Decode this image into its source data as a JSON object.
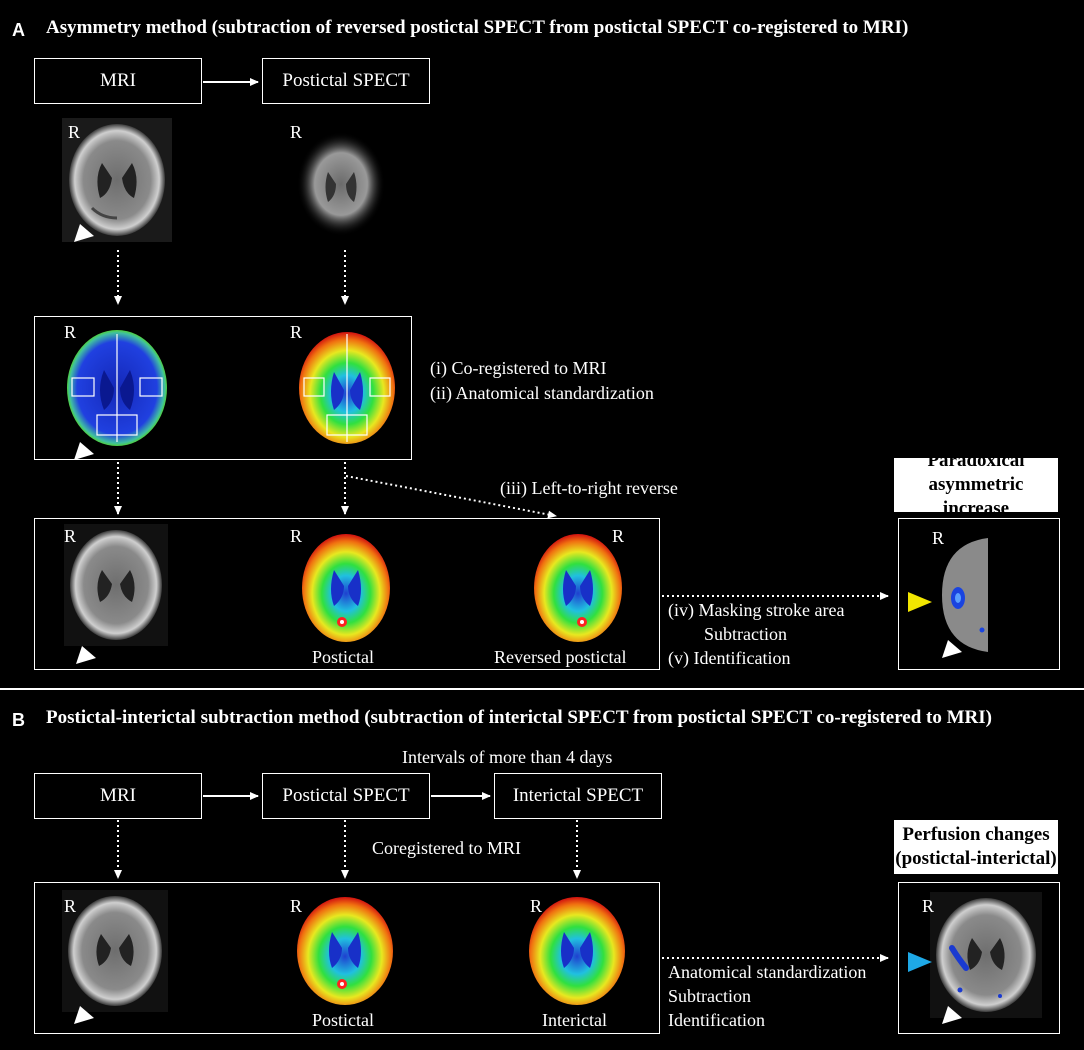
{
  "panel_a": {
    "letter": "A",
    "title": "Asymmetry method (subtraction of reversed postictal SPECT from postictal SPECT co-registered to MRI)",
    "box_mri": "MRI",
    "box_postictal_spect": "Postictal SPECT",
    "step_i": "(i) Co-registered to MRI",
    "step_ii": "(ii) Anatomical standardization",
    "step_iii": "(iii) Left-to-right reverse",
    "step_iv": "(iv) Masking stroke area",
    "step_subtraction": "Subtraction",
    "step_v": "(v) Identification",
    "caption_postictal": "Postictal",
    "caption_reversed": "Reversed postictal",
    "result_title_line1": "Paradoxical",
    "result_title_line2": "asymmetric increase",
    "r_label": "R"
  },
  "panel_b": {
    "letter": "B",
    "title": "Postictal-interictal subtraction method (subtraction of interictal SPECT from postictal SPECT co-registered to MRI)",
    "box_mri": "MRI",
    "box_postictal_spect": "Postictal SPECT",
    "box_interictal_spect": "Interictal SPECT",
    "interval_text": "Intervals of more than 4 days",
    "coreg_text": "Coregistered to MRI",
    "step_anatomical": "Anatomical standardization",
    "step_subtraction": "Subtraction",
    "step_identification": "Identification",
    "caption_postictal": "Postictal",
    "caption_interictal": "Interictal",
    "result_title_line1": "Perfusion changes",
    "result_title_line2": "(postictal-interictal)",
    "r_label": "R"
  },
  "colors": {
    "arrow_yellow": "#f2e600",
    "arrow_cyan": "#1ea8e6",
    "arrow_white": "#ffffff"
  }
}
